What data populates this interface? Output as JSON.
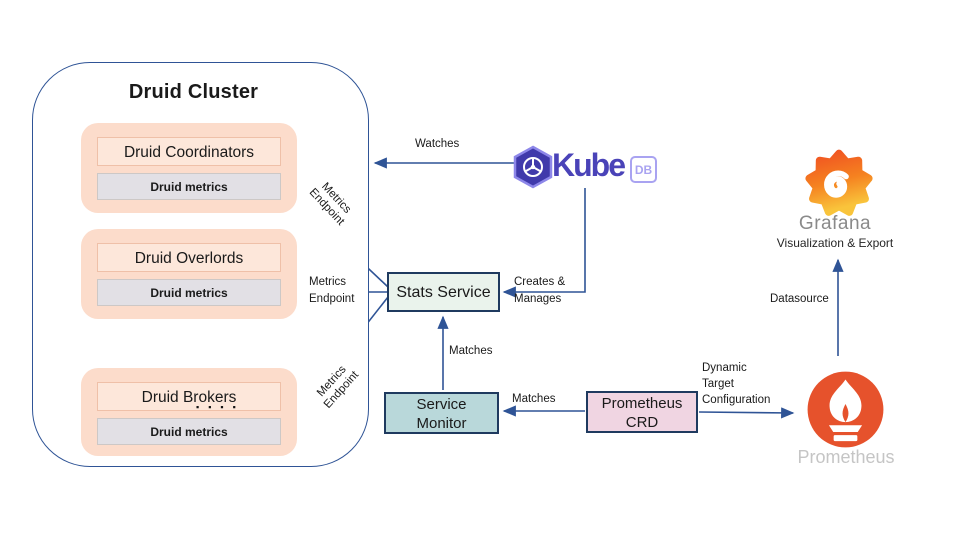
{
  "cluster": {
    "title": "Druid Cluster",
    "ellipsis": "▪▪▪▪",
    "pods": [
      {
        "name": "Druid Coordinators",
        "metrics": "Druid metrics"
      },
      {
        "name": "Druid Overlords",
        "metrics": "Druid metrics"
      },
      {
        "name": "Druid Brokers",
        "metrics": "Druid metrics"
      }
    ]
  },
  "nodes": {
    "stats_service": "Stats Service",
    "service_monitor": [
      "Service",
      "Monitor"
    ],
    "prometheus_crd": [
      "Prometheus",
      "CRD"
    ]
  },
  "edges": {
    "watches": "Watches",
    "creates_manages": [
      "Creates &",
      "Manages"
    ],
    "metrics_endpoint": [
      "Metrics",
      "Endpoint"
    ],
    "matches_monitor_to_stats": "Matches",
    "matches_crd_to_monitor": "Matches",
    "dynamic_target": [
      "Dynamic",
      "Target",
      "Configuration"
    ],
    "datasource": "Datasource"
  },
  "logos": {
    "kubedb": {
      "kube": "Kube",
      "db": "DB"
    },
    "grafana": {
      "name": "Grafana",
      "caption": "Visualization & Export"
    },
    "prometheus": {
      "name": "Prometheus"
    }
  },
  "colors": {
    "wire_blue": "#2f5496",
    "node_border": "#1f3a5f",
    "pod_fill": "#fcdccb",
    "pod_label_fill": "#fde7da",
    "pod_label_border": "#efc0a8",
    "metrics_fill": "#e2e0e5",
    "stats_fill": "#eaf3ec",
    "monitor_fill": "#b9d8da",
    "crd_fill": "#f0d5e2",
    "kubedb_purple": "#4a43b8",
    "kubedb_light_purple": "#a9a3f1",
    "grafana_orange_top": "#f05022",
    "grafana_orange_bottom": "#f9c43b",
    "grafana_gray": "#8a8a8a",
    "prometheus_orange": "#e6522c",
    "prometheus_text_gray": "#c5c5c5"
  }
}
